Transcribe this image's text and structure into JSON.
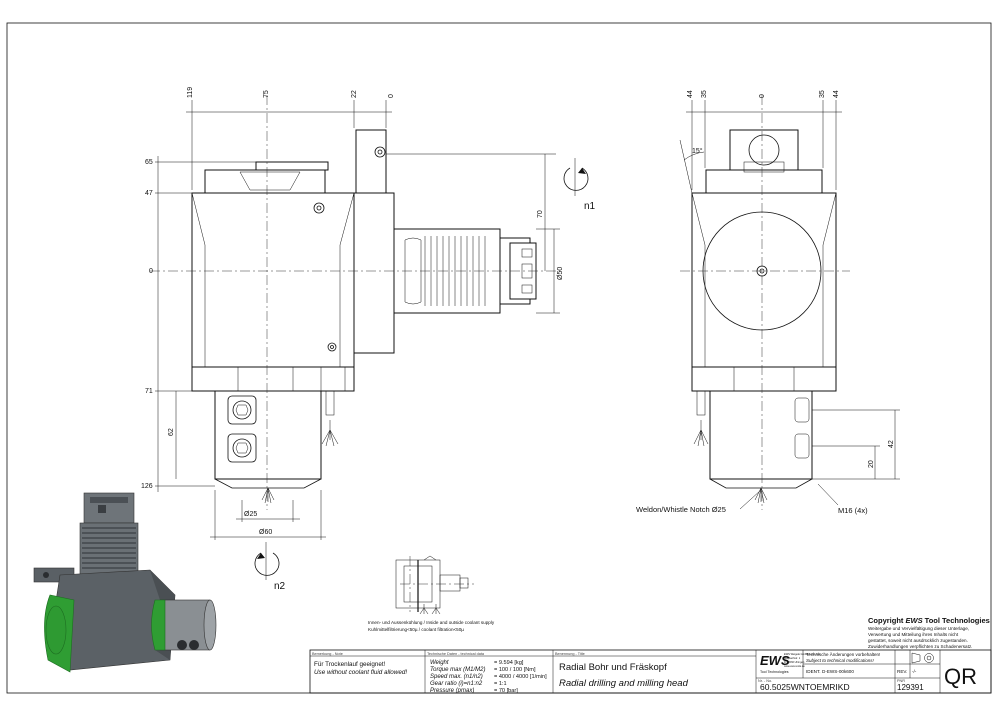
{
  "drawing": {
    "side_view": {
      "dims_top": [
        "119",
        "75",
        "22",
        "0"
      ],
      "dims_left": [
        "65",
        "47",
        "0",
        "71",
        "62",
        "126"
      ],
      "dim_right_70": "70",
      "dim_shank": "Ø50",
      "dim_d25": "Ø25",
      "dim_d60": "Ø60",
      "rot_n1": "n1",
      "rot_n2": "n2"
    },
    "front_view": {
      "dims_top": [
        "44",
        "35",
        "0",
        "35",
        "44"
      ],
      "angle": "15°",
      "dim_42": "42",
      "dim_20": "20",
      "notch_label": "Weldon/Whistle Notch Ø25",
      "thread_label": "M16 (4x)"
    },
    "coolant": {
      "line1": "Innen- und Aussenkühlung / Inside and outside coolant supply",
      "line2": "Kuhlmittelfiltrierung<50µ / coolant filtration<50µ"
    }
  },
  "copyright": {
    "title_prefix": "Copyright ",
    "title_brand": "EWS",
    "title_suffix": " Tool Technologies",
    "lines": [
      "Weitergabe und Vervielfältigung dieser Unterlage,",
      "Verwertung und Mitteilung ihres Inhalts nicht",
      "gestattet, soweit nicht ausdrücklich zugestanden.",
      "Zuwiderhandlungen verpflichten zu Schadenersatz."
    ]
  },
  "titleblock": {
    "note_header": "Bemerkung - Note",
    "note_line1": "Für Trockenlauf geeignet!",
    "note_line2": "Use without coolant fluid allowed!",
    "tech_header": "Technische Daten - technical data",
    "tech_rows": [
      {
        "label": "Weight",
        "value": "= 9.594 [kg]"
      },
      {
        "label": "Torque max (M1/M2)",
        "value": "= 100 / 100 [Nm]"
      },
      {
        "label": "Speed max. (n1/n2)",
        "value": "= 4000 / 4000 [1/min]"
      },
      {
        "label": "Gear ratio (i)=n1:n2",
        "value": "= 1:1"
      },
      {
        "label": "Pressure (pmax)",
        "value": "= 70 [bar]"
      }
    ],
    "title_header": "Benennung - Title",
    "title_de": "Radial Bohr und Fräskopf",
    "title_en": "Radial drilling and milling head",
    "ews_logo": "EWS",
    "ews_sub": "Tool Technologies",
    "ews_addr": [
      "EWS Weigele GmbH & Co. KG",
      "Maybachstr. 1",
      "D-73066 Uhingen",
      "www.ews-tools.de"
    ],
    "change_line1": "Technische Änderungen vorbehalten!",
    "change_line2": "Subject to technical modifications!",
    "ident_label": "IDENT.",
    "ident_value": "D-EWS-00k600",
    "rev_label": "REV.",
    "rev_value": "-/-",
    "nr_label": "Nr. - No.",
    "part_no": "60.5025WNTOEMRIKD",
    "pnr_label": "PNR",
    "pnr_value": "129391",
    "qr": "QR"
  }
}
